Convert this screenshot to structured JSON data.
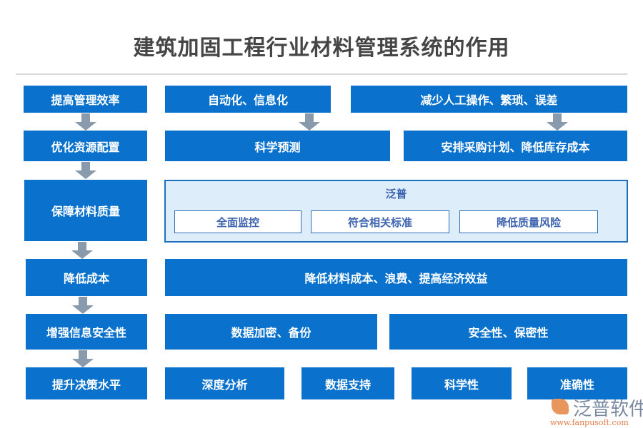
{
  "title": "建筑加固工程行业材料管理系统的作用",
  "rows": [
    {
      "label": "提高管理效率",
      "items": [
        "自动化、信息化",
        "减少人工操作、繁琐、误差"
      ]
    },
    {
      "label": "优化资源配置",
      "items": [
        "科学预测",
        "安排采购计划、降低库存成本"
      ]
    },
    {
      "label": "保障材料质量",
      "panel_title": "泛普",
      "items": [
        "全面监控",
        "符合相关标准",
        "降低质量风险"
      ]
    },
    {
      "label": "降低成本",
      "items": [
        "降低材料成本、浪费、提高经济效益"
      ]
    },
    {
      "label": "增强信息安全性",
      "items": [
        "数据加密、备份",
        "安全性、保密性"
      ]
    },
    {
      "label": "提升决策水平",
      "items": [
        "深度分析",
        "数据支持",
        "科学性",
        "准确性"
      ]
    }
  ],
  "logo": {
    "name": "泛普软件",
    "url": "www.fanpusoft.com"
  },
  "colors": {
    "primary": "#0a72cc",
    "arrow": "#8a9aad",
    "panel": "#ddeefa"
  }
}
